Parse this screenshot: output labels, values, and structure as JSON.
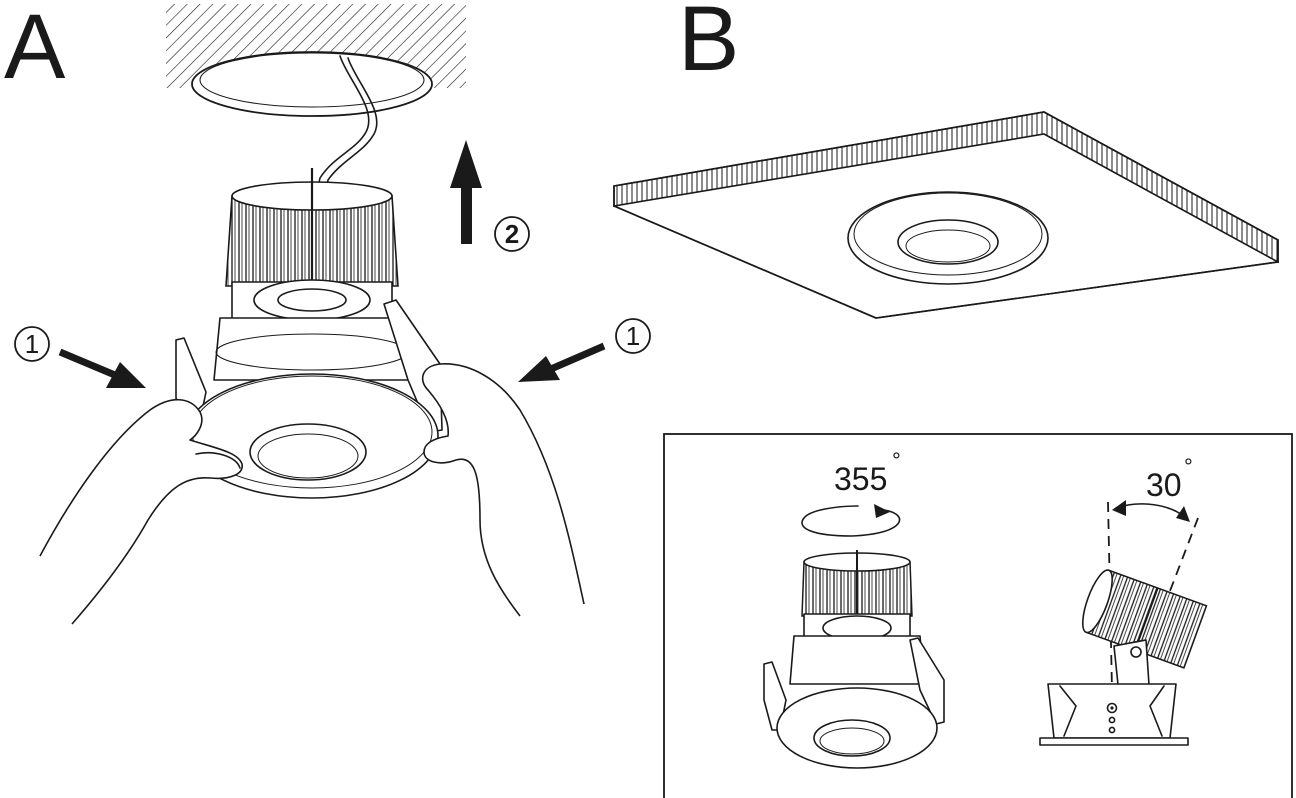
{
  "panel_a": {
    "label": "A"
  },
  "panel_b": {
    "label": "B"
  },
  "steps": {
    "step_1": "1",
    "step_2": "2"
  },
  "inset": {
    "rotation_value": "355",
    "tilt_value": "30",
    "degree_symbol": "°"
  }
}
